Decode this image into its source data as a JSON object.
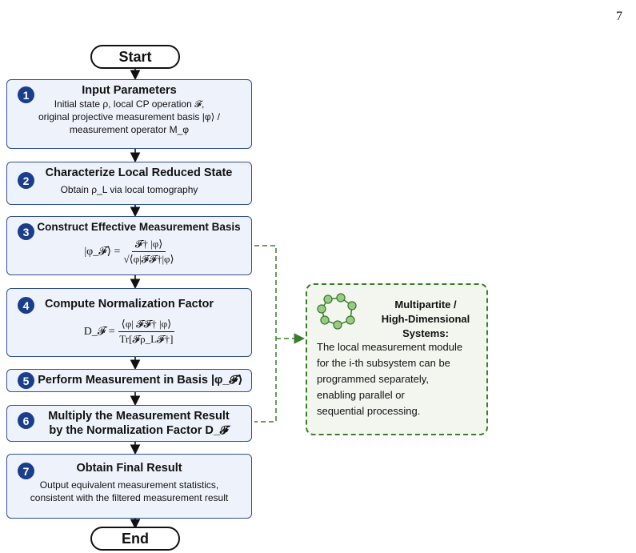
{
  "page_number": "7",
  "start_label": "Start",
  "end_label": "End",
  "steps": [
    {
      "number": "1",
      "title": "Input Parameters",
      "line1": "Initial state ρ, local CP operation 𝓕,",
      "line2": "original projective measurement basis |φ⟩ /",
      "line3": "measurement operator M_φ"
    },
    {
      "number": "2",
      "title": "Characterize Local Reduced State",
      "line1": "Obtain ρ_L via local tomography"
    },
    {
      "number": "3",
      "title": "Construct Effective Measurement Basis",
      "formula_lhs": "|φ_𝓕⟩ =",
      "formula_num": "𝓕† |φ⟩",
      "formula_den": "√⟨φ|𝓕𝓕†|φ⟩"
    },
    {
      "number": "4",
      "title": "Compute Normalization Factor",
      "formula_lhs": "D_𝓕 =",
      "formula_num": "⟨φ| 𝓕𝓕† |φ⟩",
      "formula_den": "Tr[𝓕ρ_L𝓕†]"
    },
    {
      "number": "5",
      "title": "Perform Measurement in Basis |φ_𝓕⟩"
    },
    {
      "number": "6",
      "title_line1": "Multiply the Measurement Result",
      "title_line2": "by the Normalization Factor D_𝓕"
    },
    {
      "number": "7",
      "title": "Obtain Final Result",
      "line1": "Output equivalent measurement statistics,",
      "line2": "consistent with the filtered measurement result"
    }
  ],
  "side_panel": {
    "title_line1": "Multipartite /",
    "title_line2": "High-Dimensional Systems:",
    "body": [
      "The local measurement module",
      "for the i-th subsystem can be",
      "programmed separately,",
      "enabling parallel or",
      "sequential processing."
    ],
    "icon": "network-icon",
    "border_color": "#3a7d2a"
  },
  "colors": {
    "badge": "#1a3d8c",
    "box_fill": "#eef3fb",
    "box_border": "#2f4f8f",
    "dashed": "#3a7d2a"
  }
}
